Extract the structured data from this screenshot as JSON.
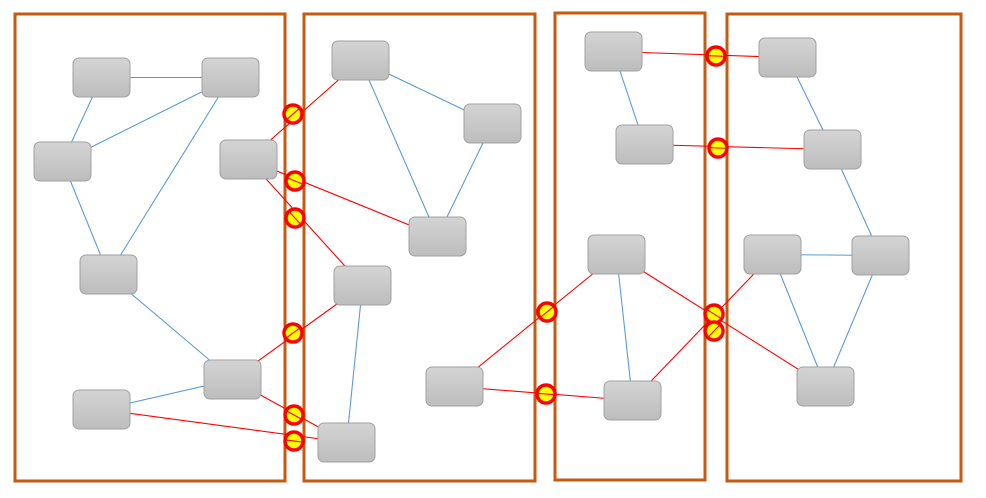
{
  "diagram": {
    "type": "network-partition",
    "colors": {
      "frame": "#c55a11",
      "node_fill_top": "#d4d4d4",
      "node_fill_bottom": "#bdbdbd",
      "node_stroke": "#a0a0a0",
      "internal_link": "#5b9bd5",
      "cut_link": "#ff0000",
      "marker_fill": "#ffff00",
      "marker_ring": "#ff0000"
    },
    "groups": [
      {
        "id": "g1",
        "nodes": [
          "n1",
          "n2",
          "n3",
          "n4",
          "n5",
          "n6",
          "n7"
        ]
      },
      {
        "id": "g2",
        "nodes": [
          "n8",
          "n9",
          "n10",
          "n11",
          "n12",
          "n13"
        ]
      },
      {
        "id": "g3",
        "nodes": [
          "n14",
          "n15",
          "n16",
          "n17"
        ]
      },
      {
        "id": "g4",
        "nodes": [
          "n18",
          "n19",
          "n20",
          "n21",
          "n22"
        ]
      }
    ],
    "internal_links": [
      [
        "n1",
        "n2"
      ],
      [
        "n1",
        "n3"
      ],
      [
        "n2",
        "n3"
      ],
      [
        "n2",
        "n5"
      ],
      [
        "n3",
        "n5"
      ],
      [
        "n5",
        "n6"
      ],
      [
        "n6",
        "n7"
      ],
      [
        "n8",
        "n9"
      ],
      [
        "n8",
        "n10"
      ],
      [
        "n9",
        "n10"
      ],
      [
        "n11",
        "n13"
      ],
      [
        "n14",
        "n15"
      ],
      [
        "n16",
        "n17"
      ],
      [
        "n18",
        "n19"
      ],
      [
        "n19",
        "n21"
      ],
      [
        "n20",
        "n21"
      ],
      [
        "n20",
        "n22"
      ],
      [
        "n21",
        "n22"
      ]
    ],
    "cut_links": [
      {
        "from": "n4",
        "to": "n8"
      },
      {
        "from": "n4",
        "to": "n10"
      },
      {
        "from": "n4",
        "to": "n11"
      },
      {
        "from": "n6",
        "to": "n11"
      },
      {
        "from": "n6",
        "to": "n13"
      },
      {
        "from": "n7",
        "to": "n13"
      },
      {
        "from": "n12",
        "to": "n16"
      },
      {
        "from": "n12",
        "to": "n17"
      },
      {
        "from": "n14",
        "to": "n18"
      },
      {
        "from": "n15",
        "to": "n19"
      },
      {
        "from": "n16",
        "to": "n22"
      },
      {
        "from": "n17",
        "to": "n20"
      }
    ]
  }
}
